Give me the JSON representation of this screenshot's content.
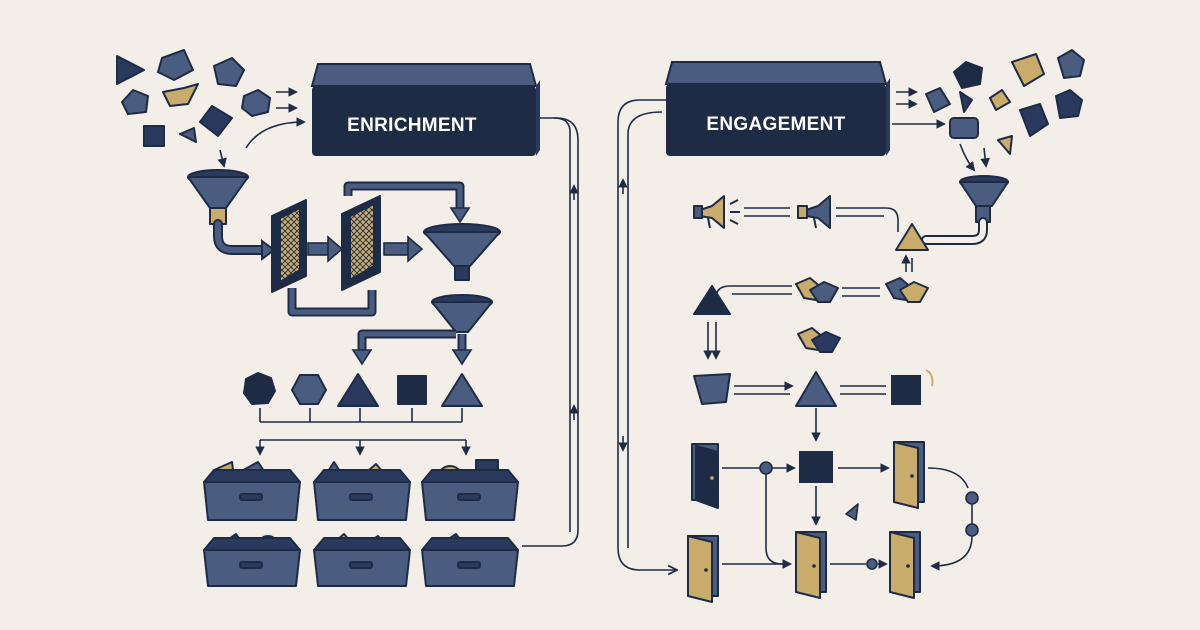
{
  "diagram": {
    "stages": [
      {
        "id": "enrichment",
        "label": "ENRICHMENT"
      },
      {
        "id": "engagement",
        "label": "ENGAGEMENT"
      }
    ],
    "palette": {
      "navy": "#1e2b45",
      "slate": "#4a5d80",
      "gold": "#c9ab6c",
      "line": "#1e2b45",
      "background": "#f3efe8"
    },
    "icons": {
      "funnel": "funnel-icon",
      "filter_screen": "filter-screen-icon",
      "storage_bin": "storage-bin-icon",
      "megaphone": "megaphone-icon",
      "handshake": "handshake-icon",
      "door": "door-icon",
      "shape_fragment": "shape-fragment-icon"
    }
  }
}
